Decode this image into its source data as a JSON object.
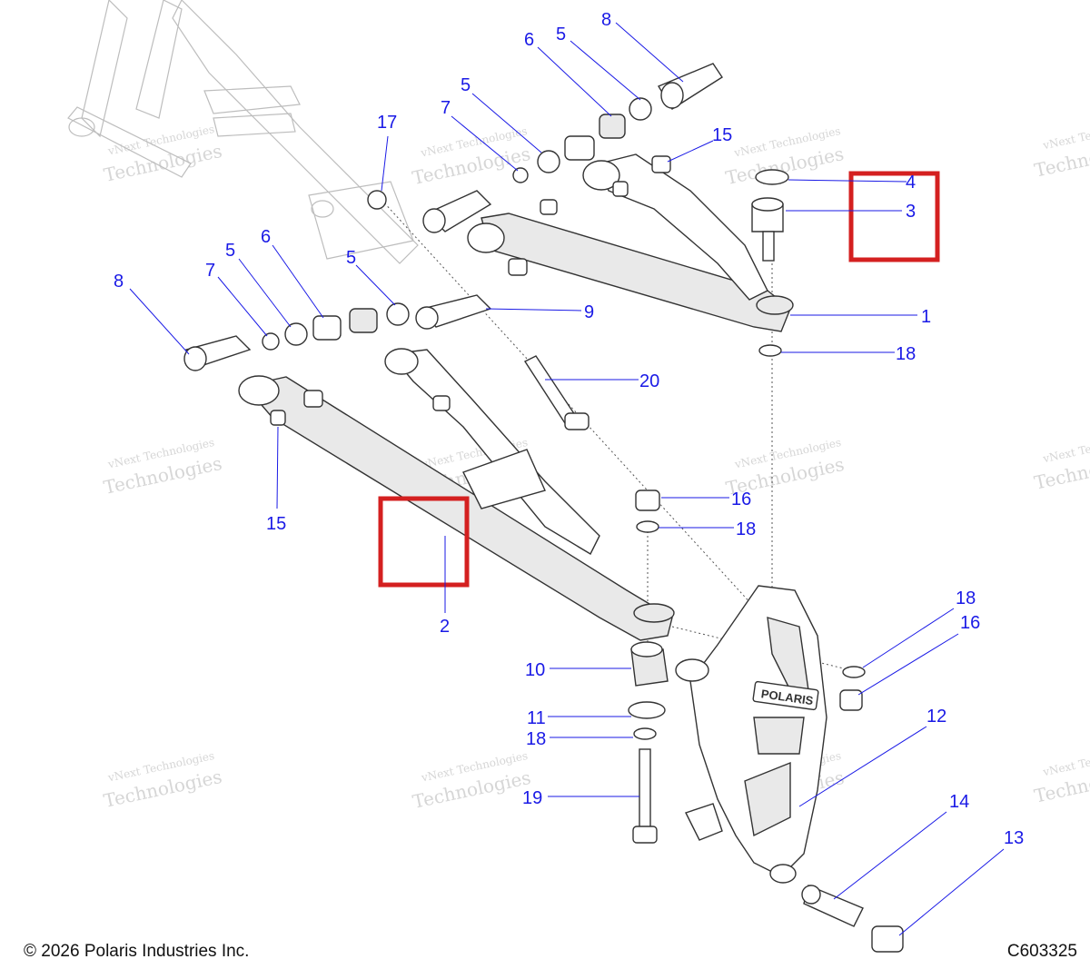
{
  "footer": {
    "copyright": "© 2026 Polaris Industries Inc.",
    "drawing_id": "C603325"
  },
  "watermark": {
    "line1": "vNext Technologies",
    "line2": "Technologies",
    "line3": "vNext"
  },
  "knuckle_brand": "POLARIS",
  "callouts": {
    "c1": "1",
    "c2": "2",
    "c3": "3",
    "c4": "4",
    "c5a": "5",
    "c5b": "5",
    "c5c": "5",
    "c5d": "5",
    "c6a": "6",
    "c6b": "6",
    "c7a": "7",
    "c7b": "7",
    "c8a": "8",
    "c8b": "8",
    "c9": "9",
    "c10": "10",
    "c11": "11",
    "c12": "12",
    "c13": "13",
    "c14": "14",
    "c15a": "15",
    "c15b": "15",
    "c16a": "16",
    "c16b": "16",
    "c17": "17",
    "c18a": "18",
    "c18b": "18",
    "c18c": "18",
    "c18d": "18",
    "c19": "19",
    "c20": "20"
  },
  "colors": {
    "callout": "#1a1ae6",
    "highlight": "#d42020"
  }
}
